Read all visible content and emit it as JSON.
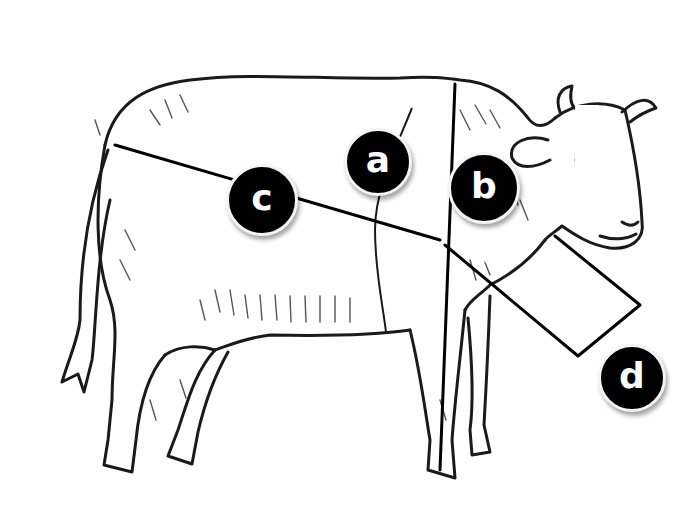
{
  "diagram": {
    "nodes": [
      {
        "text": [
          "a"
        ]
      },
      {
        "text": [
          "b"
        ]
      },
      {
        "text": [
          "c"
        ]
      },
      {
        "text": [
          "d"
        ]
      }
    ]
  }
}
